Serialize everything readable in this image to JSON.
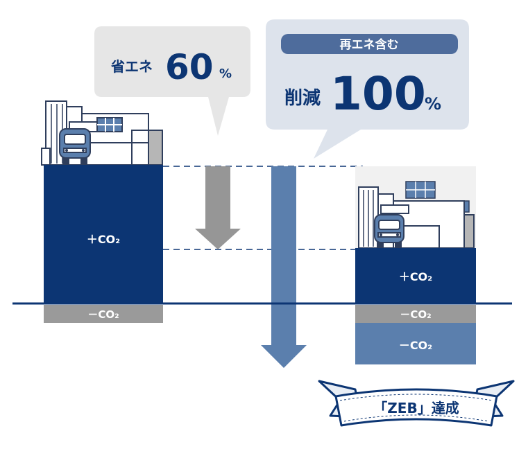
{
  "bubble_left": {
    "label": "省エネ",
    "value": "60",
    "unit": "%"
  },
  "bubble_right": {
    "tag": "再エネ含む",
    "label": "削減",
    "value": "100",
    "unit": "%"
  },
  "left_bar": {
    "plus_label": "＋CO₂",
    "minus_label": "－CO₂"
  },
  "right_bar": {
    "plus_label": "＋CO₂",
    "minus_label_1": "－CO₂",
    "minus_label_2": "－CO₂"
  },
  "ribbon": {
    "label": "「ZEB」達成"
  },
  "colors": {
    "navy": "#0c3573",
    "steel_blue": "#5b7fad",
    "gray": "#9a9a9a",
    "bubble_gray": "#e6e6e6",
    "bubble_blue": "#dde3ec",
    "tag_blue": "#4e6c9c"
  },
  "icons": [
    "building-icon",
    "bus-icon",
    "solar-panel-icon"
  ]
}
